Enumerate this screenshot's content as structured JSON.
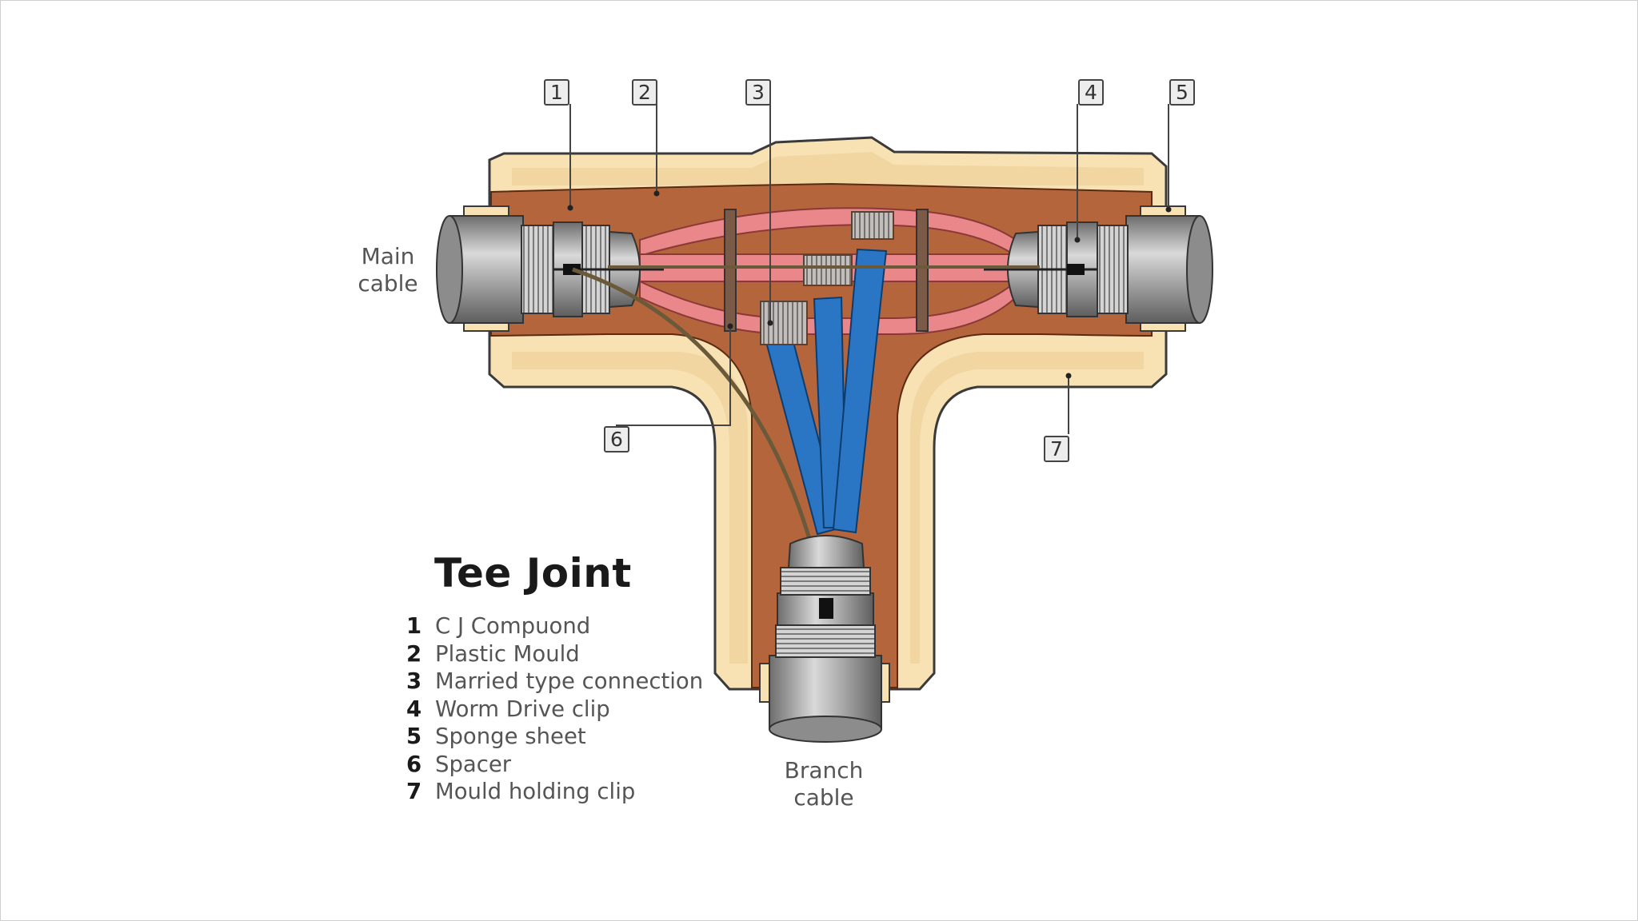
{
  "diagram": {
    "title": "Tee Joint",
    "main_cable_label": [
      "Main",
      "cable"
    ],
    "branch_cable_label": [
      "Branch",
      "cable"
    ],
    "callouts": [
      "1",
      "2",
      "3",
      "4",
      "5",
      "6",
      "7"
    ],
    "legend": [
      {
        "num": "1",
        "text": "C J Compuond"
      },
      {
        "num": "2",
        "text": "Plastic Mould"
      },
      {
        "num": "3",
        "text": "Married type connection"
      },
      {
        "num": "4",
        "text": "Worm Drive clip"
      },
      {
        "num": "5",
        "text": "Sponge sheet"
      },
      {
        "num": "6",
        "text": "Spacer"
      },
      {
        "num": "7",
        "text": "Mould holding clip"
      }
    ],
    "colors": {
      "mould": "#f8e2b4",
      "compound": "#b5653c",
      "conductor_insulation": "#e9878a",
      "branch_cores": "#2a76c4",
      "steel": "#9a9a9a"
    }
  }
}
